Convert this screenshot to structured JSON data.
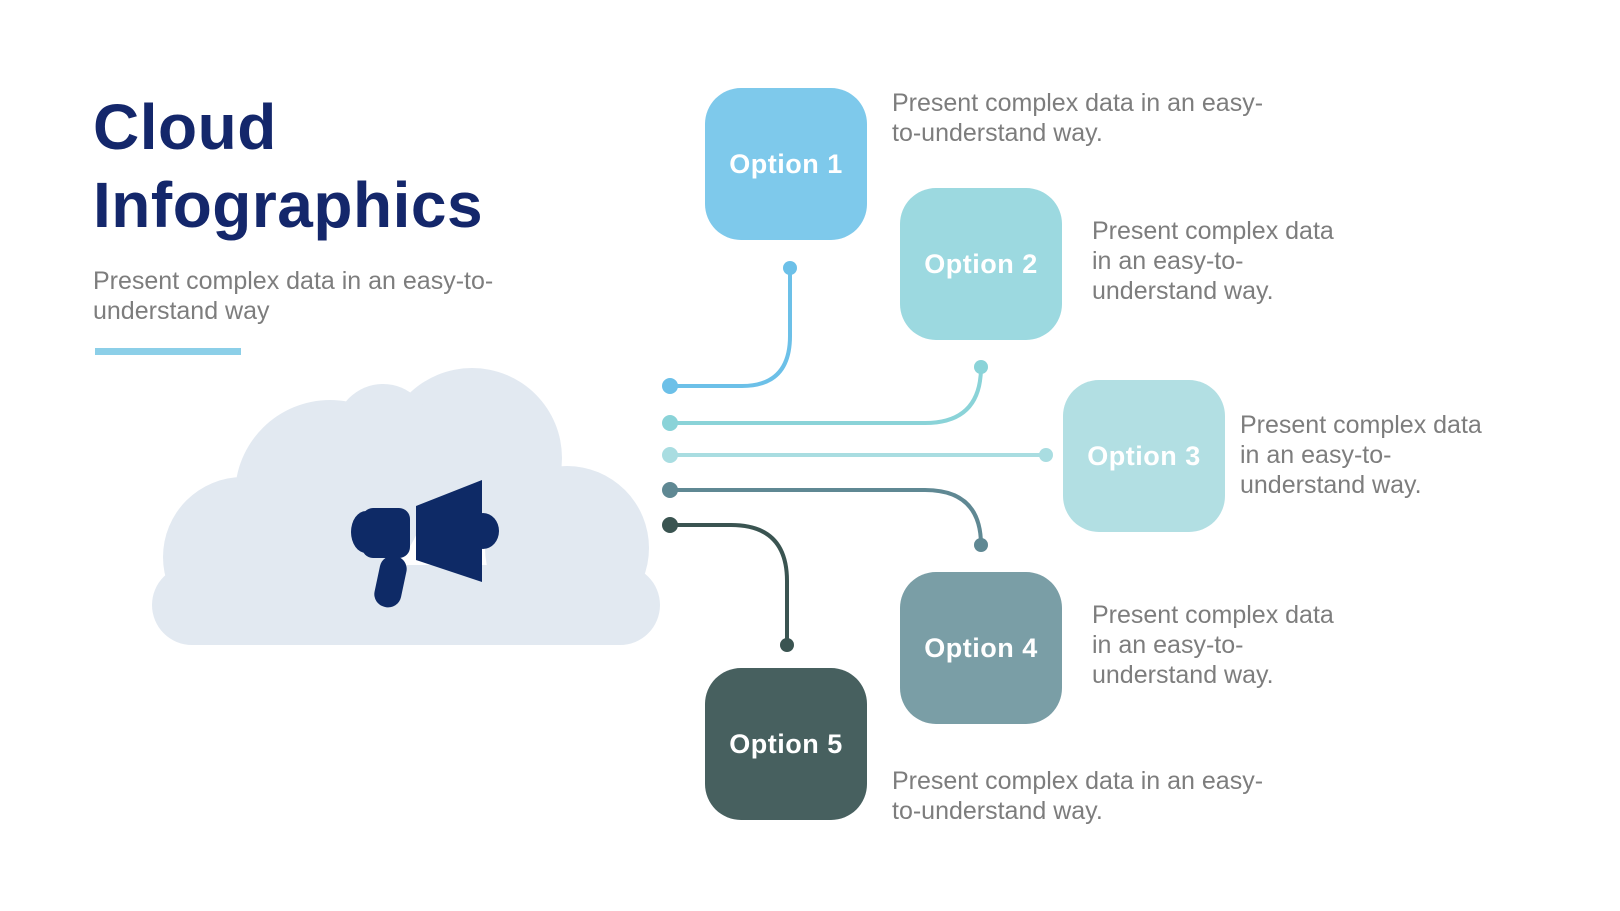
{
  "page": {
    "background_color": "#ffffff"
  },
  "header": {
    "title": "Cloud Infographics",
    "subtitle": "Present complex data in an easy-to-understand way",
    "title_color": "#14276b",
    "subtitle_color": "#7d7d7d",
    "underline_color": "#8ccfe8"
  },
  "graphic": {
    "cloud_icon": "cloud-icon",
    "megaphone_icon": "megaphone-icon",
    "cloud_color": "#e2e9f1",
    "megaphone_color": "#0e2a66"
  },
  "description_text_color": "#7d7d7d",
  "options": [
    {
      "label": "Option 1",
      "description": "Present complex data in an easy-to-understand way.",
      "box_color": "#7ec9eb",
      "line_color": "#6cc0e8",
      "label_color": "#ffffff"
    },
    {
      "label": "Option 2",
      "description": "Present complex data in an easy-to-understand way.",
      "box_color": "#9cd9e0",
      "line_color": "#8ad3d8",
      "label_color": "#ffffff"
    },
    {
      "label": "Option 3",
      "description": "Present complex data in an easy-to-understand way.",
      "box_color": "#b2dfe3",
      "line_color": "#a9dde1",
      "label_color": "#ffffff"
    },
    {
      "label": "Option 4",
      "description": "Present complex data in an easy-to-understand way.",
      "box_color": "#7a9ea6",
      "line_color": "#5f8893",
      "label_color": "#ffffff"
    },
    {
      "label": "Option 5",
      "description": "Present complex data in an easy-to-understand way.",
      "box_color": "#47605f",
      "line_color": "#3a5451",
      "label_color": "#ffffff"
    }
  ]
}
